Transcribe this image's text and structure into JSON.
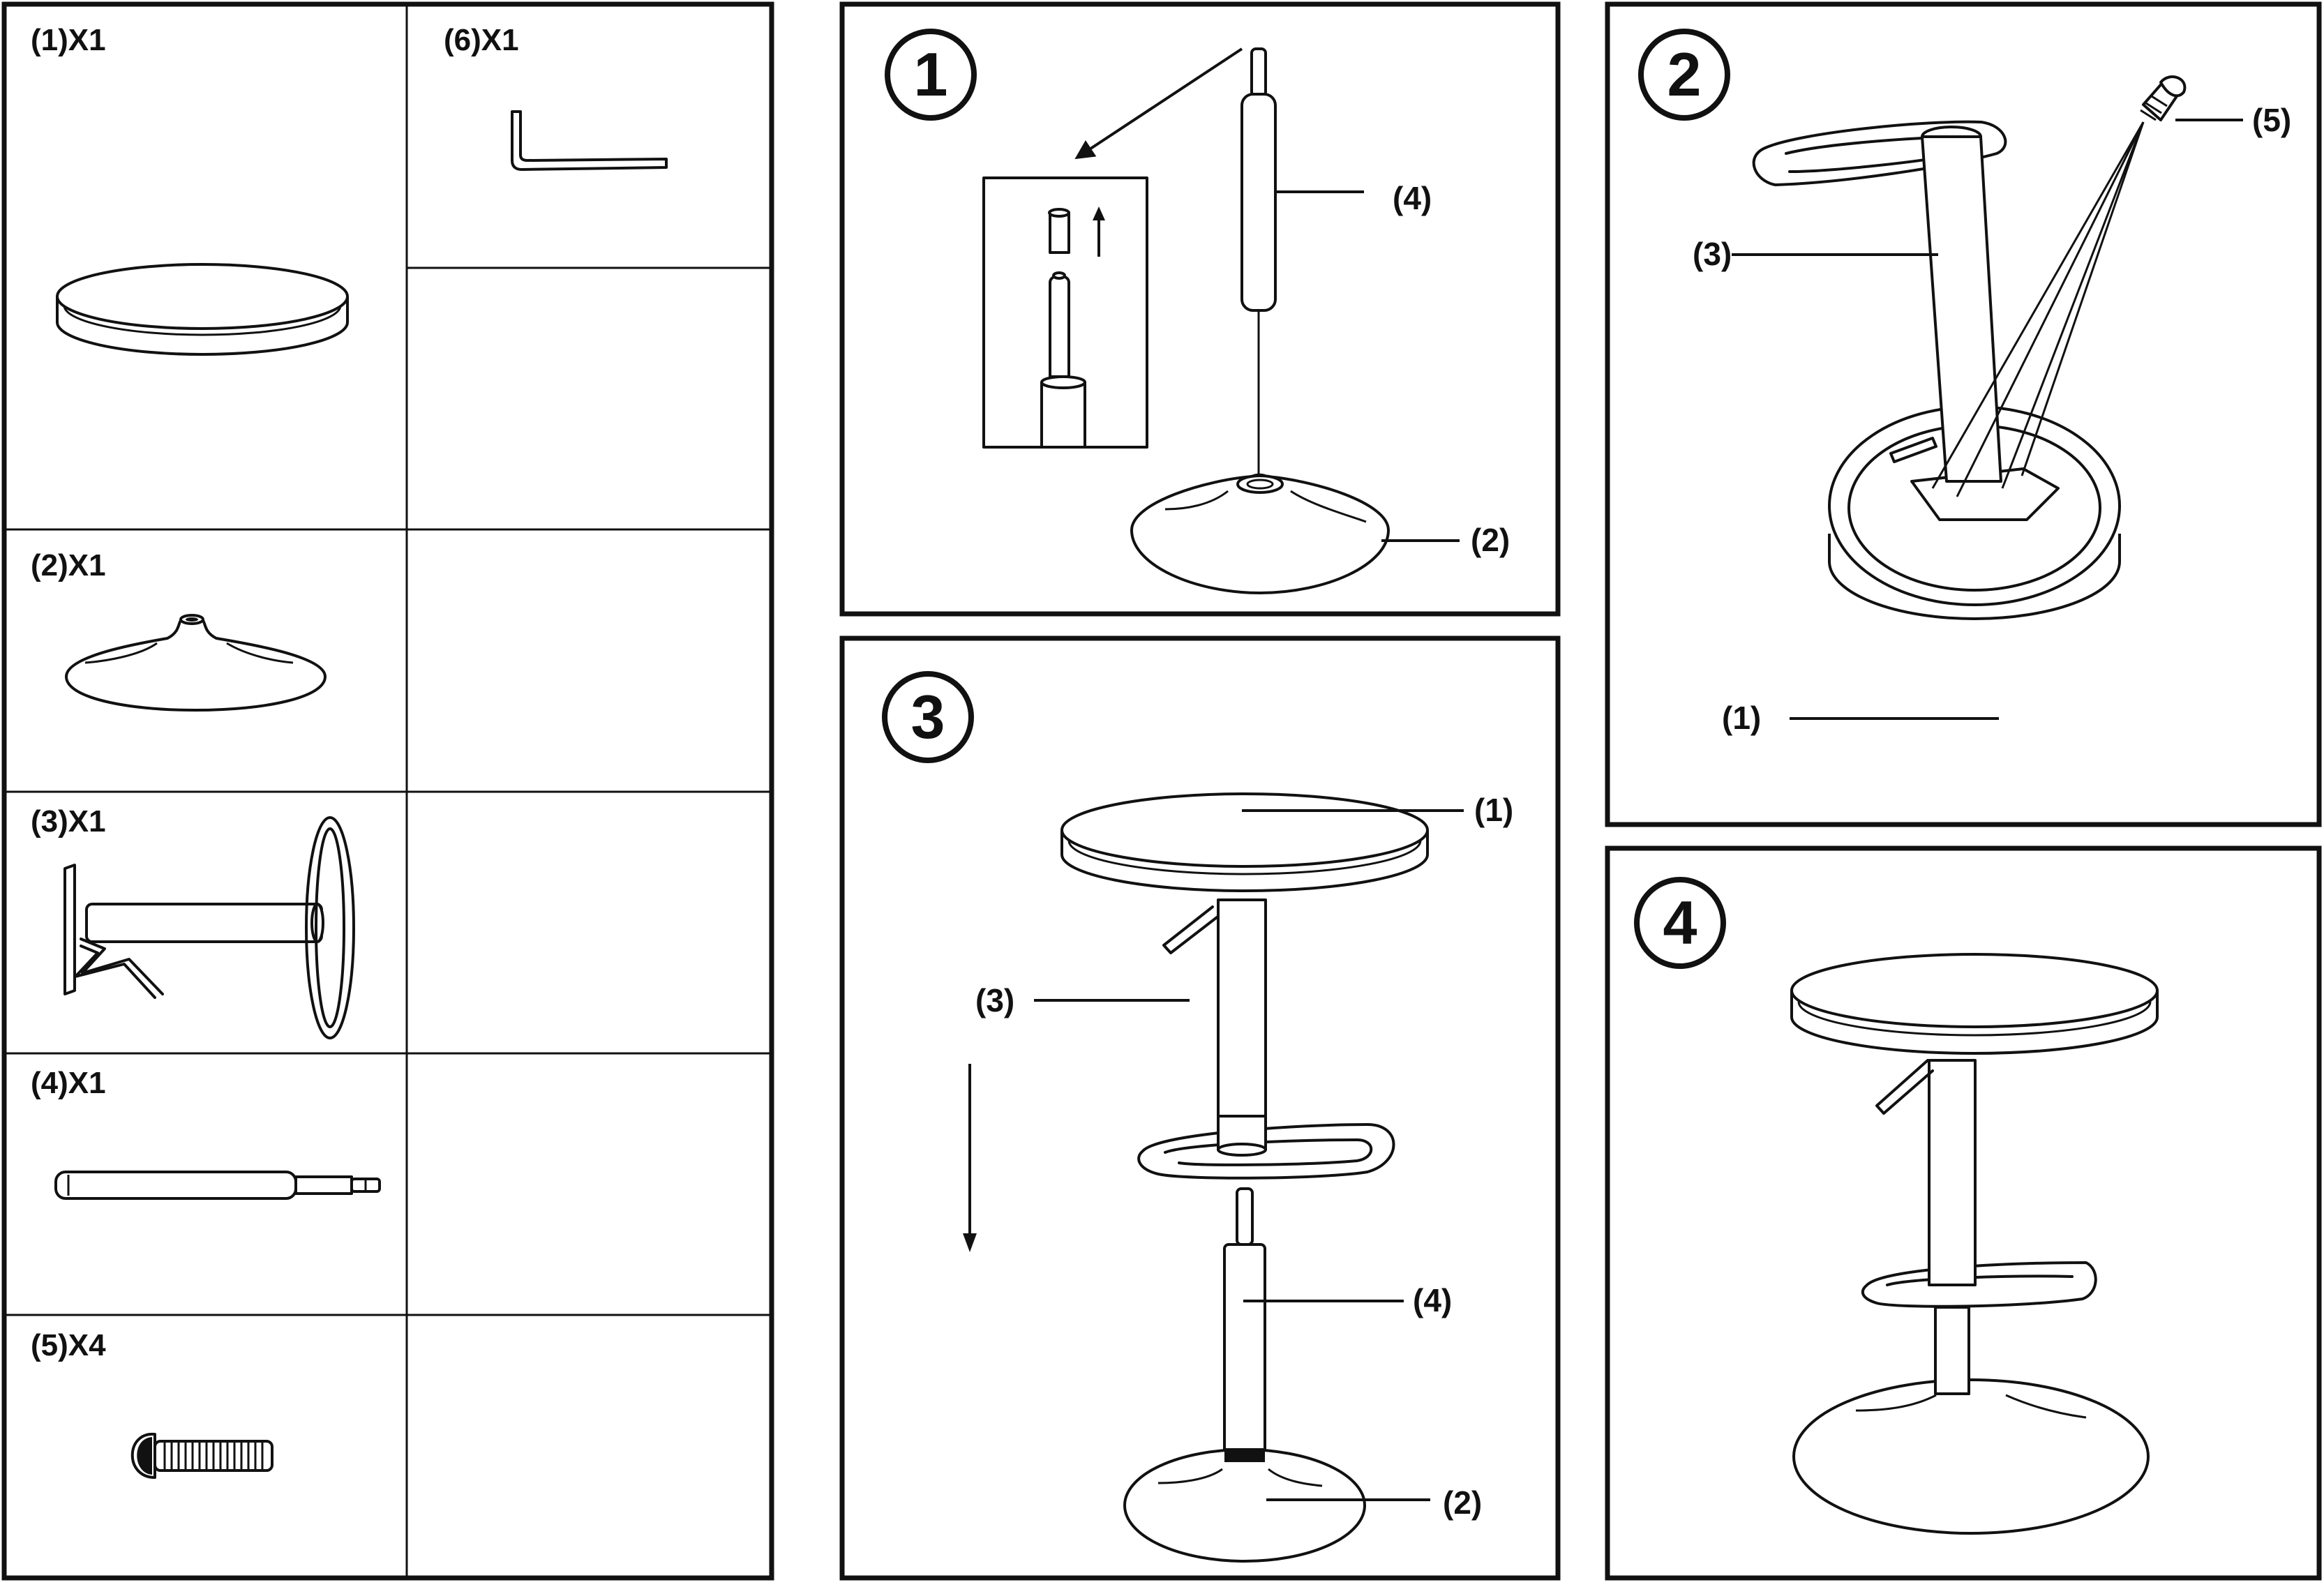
{
  "parts": [
    {
      "label": "(1)X1"
    },
    {
      "label": "(2)X1"
    },
    {
      "label": "(3)X1"
    },
    {
      "label": "(4)X1"
    },
    {
      "label": "(5)X4"
    },
    {
      "label": "(6)X1"
    }
  ],
  "steps": [
    {
      "number": "1",
      "callouts": [
        "(4)",
        "(2)"
      ]
    },
    {
      "number": "2",
      "callouts": [
        "(5)",
        "(3)",
        "(1)"
      ]
    },
    {
      "number": "3",
      "callouts": [
        "(1)",
        "(3)",
        "(4)",
        "(2)"
      ]
    },
    {
      "number": "4",
      "callouts": []
    }
  ],
  "colors": {
    "ink": "#111111",
    "paper": "#ffffff"
  }
}
